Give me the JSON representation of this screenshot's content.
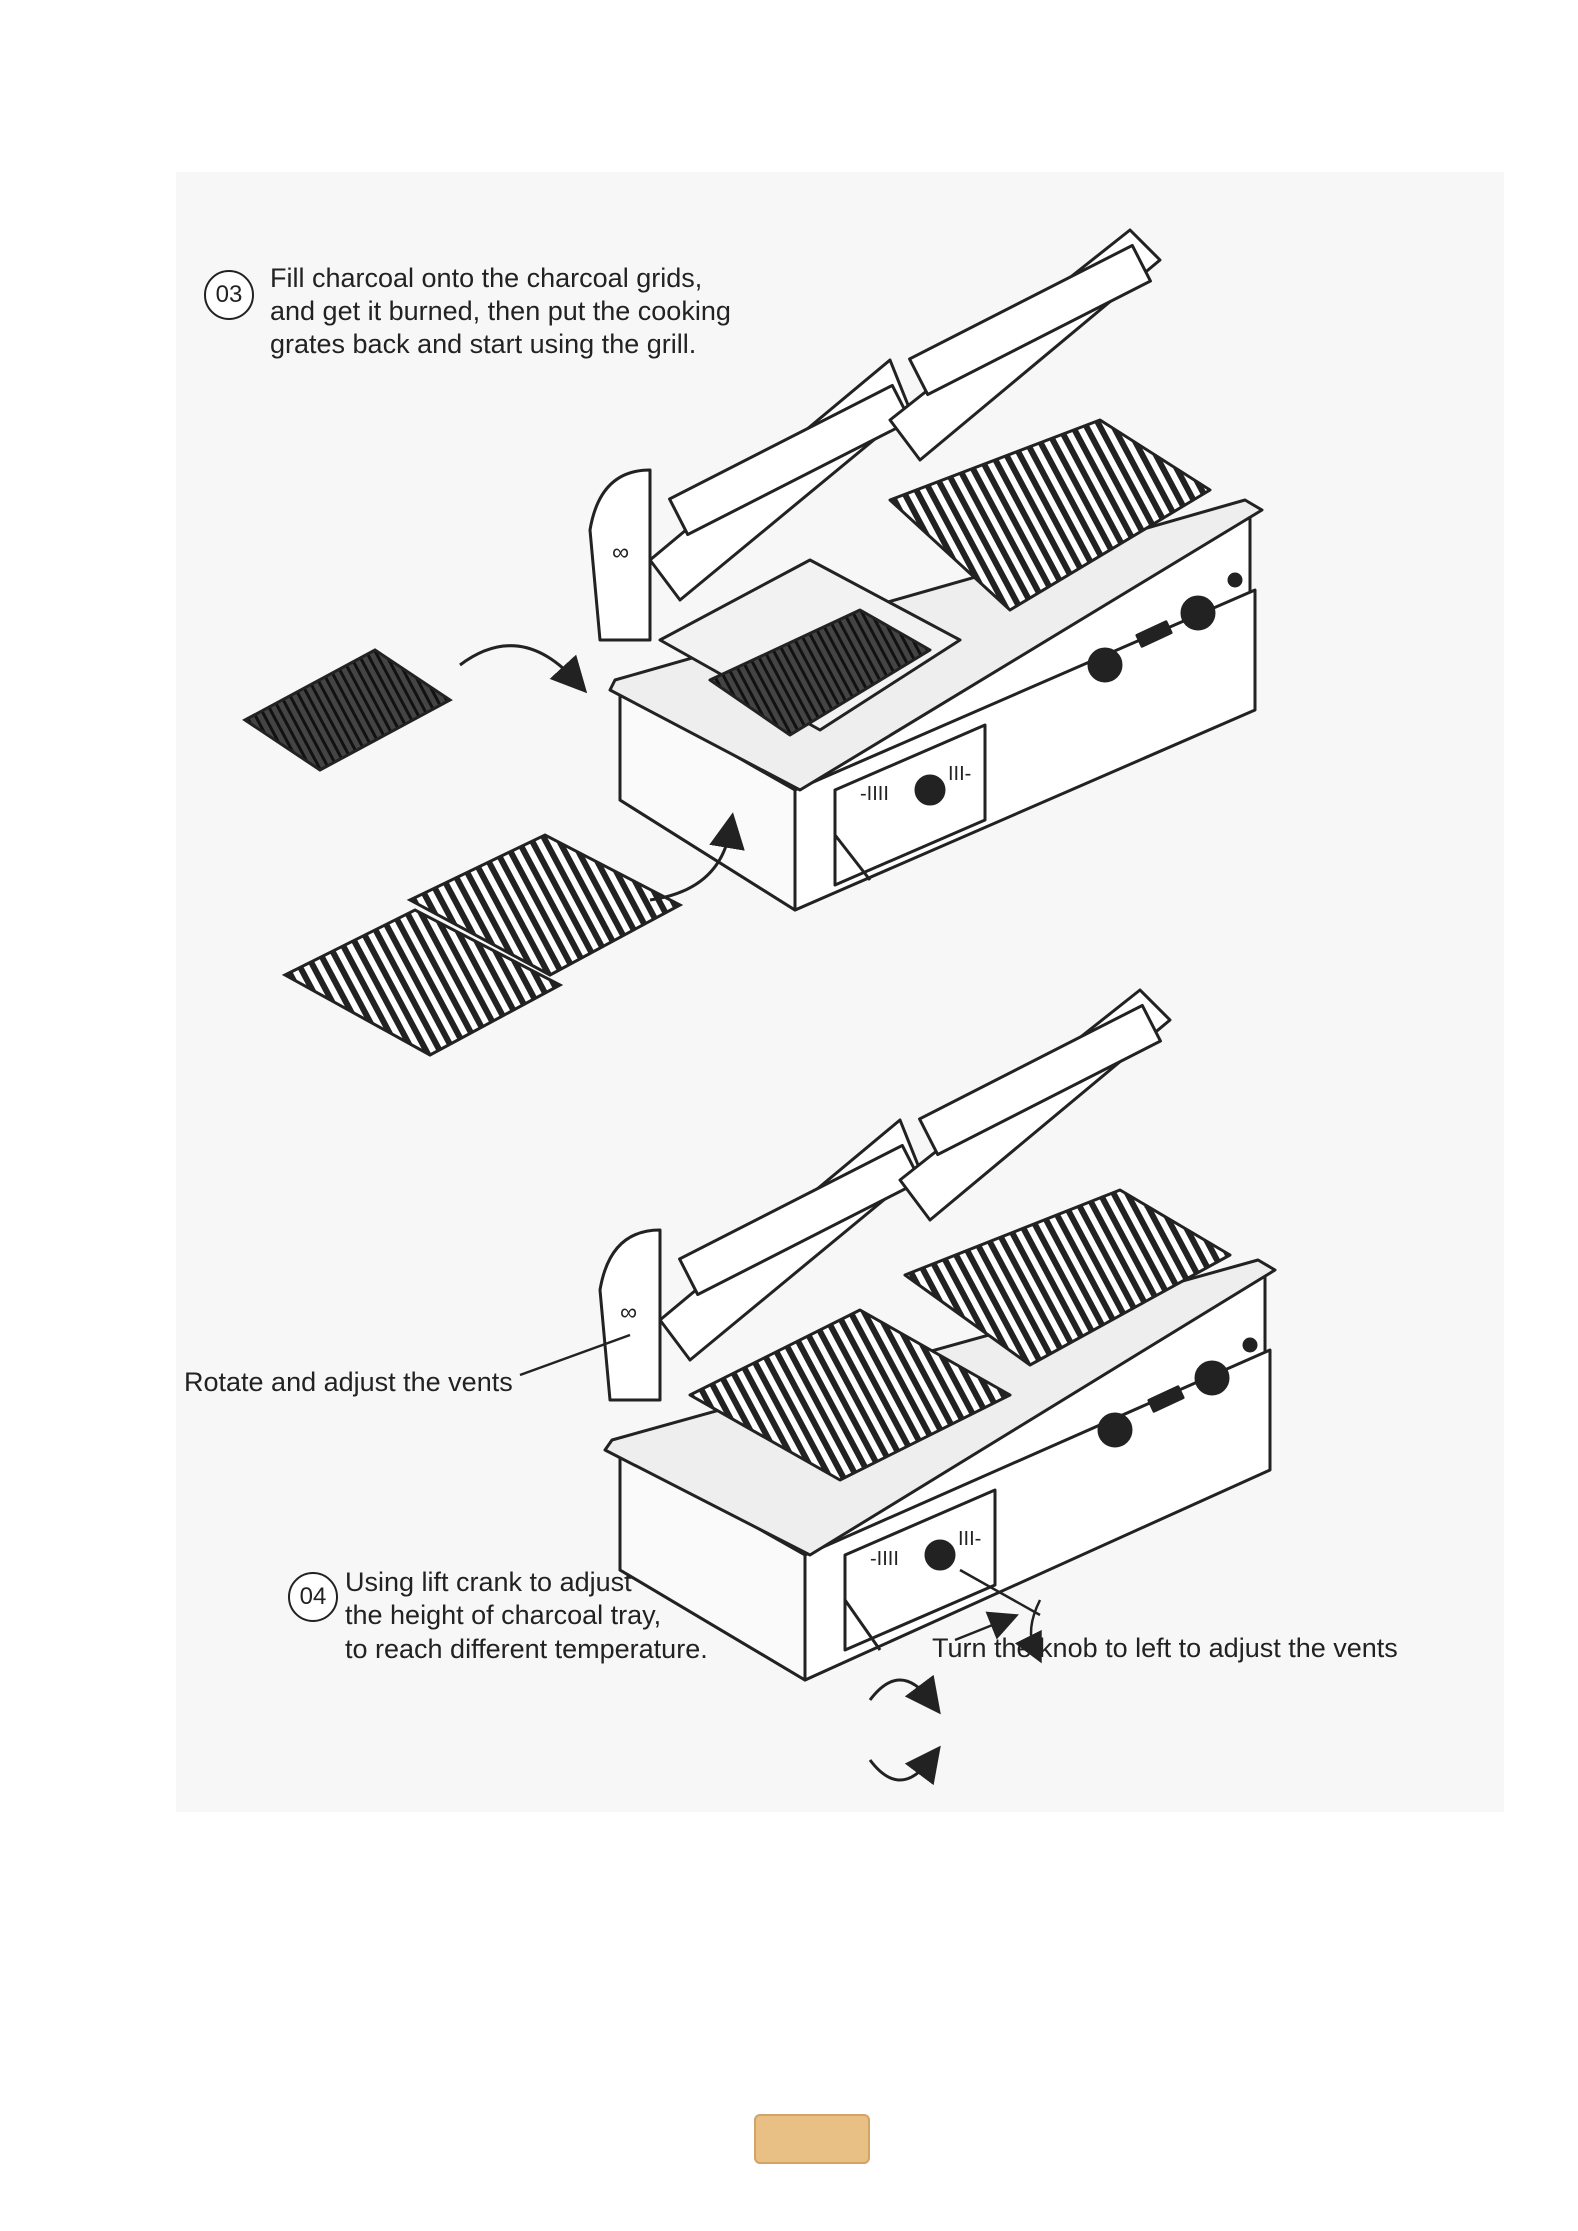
{
  "step3": {
    "number": "03",
    "lines": [
      "Fill charcoal onto the charcoal grids,",
      "and get it burned, then put the cooking",
      "grates back and start using the grill."
    ]
  },
  "step4": {
    "number": "04",
    "lines": [
      "Using lift crank to adjust",
      "the height of charcoal tray,",
      "to reach different temperature."
    ]
  },
  "callouts": {
    "vents": "Rotate and adjust the vents",
    "knob": "Turn the knob to left to adjust the vents"
  },
  "colors": {
    "page_badge": "#e8bf85",
    "panel": "#f7f7f7"
  }
}
